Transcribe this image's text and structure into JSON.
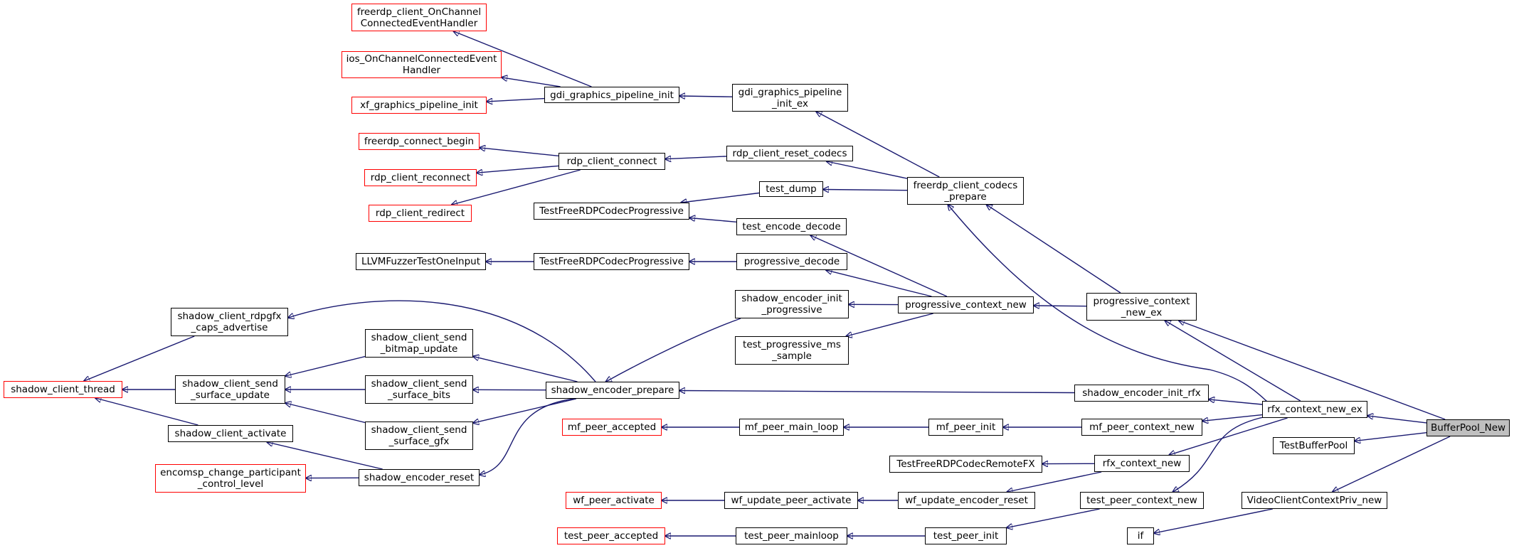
{
  "colors": {
    "edge": "#191970",
    "node_border": "#000000",
    "truncated_border": "#ff0000",
    "focus_fill": "#bfbfbf"
  },
  "nodes": {
    "freerdp_client_OnChannelConnectedEventHandler": {
      "label": "freerdp_client_OnChannel\nConnectedEventHandler",
      "truncated": true
    },
    "ios_OnChannelConnectedEventHandler": {
      "label": "ios_OnChannelConnectedEvent\nHandler",
      "truncated": true
    },
    "xf_graphics_pipeline_init": {
      "label": "xf_graphics_pipeline_init",
      "truncated": true
    },
    "gdi_graphics_pipeline_init": {
      "label": "gdi_graphics_pipeline_init"
    },
    "gdi_graphics_pipeline_init_ex": {
      "label": "gdi_graphics_pipeline\n_init_ex"
    },
    "freerdp_connect_begin": {
      "label": "freerdp_connect_begin",
      "truncated": true
    },
    "rdp_client_reconnect": {
      "label": "rdp_client_reconnect",
      "truncated": true
    },
    "rdp_client_redirect": {
      "label": "rdp_client_redirect",
      "truncated": true
    },
    "rdp_client_connect": {
      "label": "rdp_client_connect"
    },
    "rdp_client_reset_codecs": {
      "label": "rdp_client_reset_codecs"
    },
    "TestFreeRDPCodecProgressive_a": {
      "label": "TestFreeRDPCodecProgressive"
    },
    "test_dump": {
      "label": "test_dump"
    },
    "test_encode_decode": {
      "label": "test_encode_decode"
    },
    "freerdp_client_codecs_prepare": {
      "label": "freerdp_client_codecs\n_prepare"
    },
    "LLVMFuzzerTestOneInput": {
      "label": "LLVMFuzzerTestOneInput"
    },
    "TestFreeRDPCodecProgressive_b": {
      "label": "TestFreeRDPCodecProgressive"
    },
    "progressive_decode": {
      "label": "progressive_decode"
    },
    "shadow_client_rdpgfx_caps_advertise": {
      "label": "shadow_client_rdpgfx\n_caps_advertise"
    },
    "shadow_encoder_init_progressive": {
      "label": "shadow_encoder_init\n_progressive"
    },
    "progressive_context_new": {
      "label": "progressive_context_new"
    },
    "progressive_context_new_ex": {
      "label": "progressive_context\n_new_ex"
    },
    "test_progressive_ms_sample": {
      "label": "test_progressive_ms\n_sample"
    },
    "shadow_client_send_bitmap_update": {
      "label": "shadow_client_send\n_bitmap_update"
    },
    "shadow_client_thread": {
      "label": "shadow_client_thread",
      "truncated": true
    },
    "shadow_client_send_surface_update": {
      "label": "shadow_client_send\n_surface_update"
    },
    "shadow_client_send_surface_bits": {
      "label": "shadow_client_send\n_surface_bits"
    },
    "shadow_encoder_prepare": {
      "label": "shadow_encoder_prepare"
    },
    "shadow_encoder_init_rfx": {
      "label": "shadow_encoder_init_rfx"
    },
    "rfx_context_new_ex": {
      "label": "rfx_context_new_ex"
    },
    "BufferPool_New": {
      "label": "BufferPool_New",
      "focus": true
    },
    "shadow_client_activate": {
      "label": "shadow_client_activate"
    },
    "shadow_client_send_surface_gfx": {
      "label": "shadow_client_send\n_surface_gfx"
    },
    "mf_peer_accepted": {
      "label": "mf_peer_accepted",
      "truncated": true
    },
    "mf_peer_main_loop": {
      "label": "mf_peer_main_loop"
    },
    "mf_peer_init": {
      "label": "mf_peer_init"
    },
    "mf_peer_context_new": {
      "label": "mf_peer_context_new"
    },
    "TestBufferPool": {
      "label": "TestBufferPool"
    },
    "encomsp_change_participant_control_level": {
      "label": "encomsp_change_participant\n_control_level",
      "truncated": true
    },
    "shadow_encoder_reset": {
      "label": "shadow_encoder_reset"
    },
    "TestFreeRDPCodecRemoteFX": {
      "label": "TestFreeRDPCodecRemoteFX"
    },
    "rfx_context_new": {
      "label": "rfx_context_new"
    },
    "wf_peer_activate": {
      "label": "wf_peer_activate",
      "truncated": true
    },
    "wf_update_peer_activate": {
      "label": "wf_update_peer_activate"
    },
    "wf_update_encoder_reset": {
      "label": "wf_update_encoder_reset"
    },
    "test_peer_context_new": {
      "label": "test_peer_context_new"
    },
    "VideoClientContextPriv_new": {
      "label": "VideoClientContextPriv_new"
    },
    "test_peer_accepted": {
      "label": "test_peer_accepted",
      "truncated": true
    },
    "test_peer_mainloop": {
      "label": "test_peer_mainloop"
    },
    "test_peer_init": {
      "label": "test_peer_init"
    },
    "if": {
      "label": "if"
    }
  },
  "edges": [
    [
      "freerdp_client_OnChannelConnectedEventHandler",
      "gdi_graphics_pipeline_init"
    ],
    [
      "ios_OnChannelConnectedEventHandler",
      "gdi_graphics_pipeline_init"
    ],
    [
      "xf_graphics_pipeline_init",
      "gdi_graphics_pipeline_init"
    ],
    [
      "gdi_graphics_pipeline_init",
      "gdi_graphics_pipeline_init_ex"
    ],
    [
      "gdi_graphics_pipeline_init_ex",
      "freerdp_client_codecs_prepare"
    ],
    [
      "freerdp_connect_begin",
      "rdp_client_connect"
    ],
    [
      "rdp_client_reconnect",
      "rdp_client_connect"
    ],
    [
      "rdp_client_redirect",
      "rdp_client_connect"
    ],
    [
      "rdp_client_connect",
      "rdp_client_reset_codecs"
    ],
    [
      "rdp_client_reset_codecs",
      "freerdp_client_codecs_prepare"
    ],
    [
      "TestFreeRDPCodecProgressive_a",
      "test_dump"
    ],
    [
      "TestFreeRDPCodecProgressive_a",
      "test_encode_decode"
    ],
    [
      "test_dump",
      "freerdp_client_codecs_prepare"
    ],
    [
      "test_encode_decode",
      "progressive_context_new"
    ],
    [
      "LLVMFuzzerTestOneInput",
      "TestFreeRDPCodecProgressive_b"
    ],
    [
      "TestFreeRDPCodecProgressive_b",
      "progressive_decode"
    ],
    [
      "progressive_decode",
      "progressive_context_new"
    ],
    [
      "shadow_encoder_init_progressive",
      "progressive_context_new"
    ],
    [
      "test_progressive_ms_sample",
      "progressive_context_new"
    ],
    [
      "progressive_context_new",
      "progressive_context_new_ex"
    ],
    [
      "freerdp_client_codecs_prepare",
      "progressive_context_new_ex"
    ],
    [
      "freerdp_client_codecs_prepare",
      "rfx_context_new_ex"
    ],
    [
      "progressive_context_new_ex",
      "BufferPool_New"
    ],
    [
      "progressive_context_new_ex",
      "rfx_context_new_ex"
    ],
    [
      "shadow_client_thread",
      "shadow_client_rdpgfx_caps_advertise"
    ],
    [
      "shadow_client_thread",
      "shadow_client_send_surface_update"
    ],
    [
      "shadow_client_thread",
      "shadow_client_activate"
    ],
    [
      "shadow_client_rdpgfx_caps_advertise",
      "shadow_encoder_prepare"
    ],
    [
      "shadow_client_send_surface_update",
      "shadow_client_send_bitmap_update"
    ],
    [
      "shadow_client_send_surface_update",
      "shadow_client_send_surface_bits"
    ],
    [
      "shadow_client_send_surface_update",
      "shadow_client_send_surface_gfx"
    ],
    [
      "shadow_client_send_bitmap_update",
      "shadow_encoder_prepare"
    ],
    [
      "shadow_client_send_surface_bits",
      "shadow_encoder_prepare"
    ],
    [
      "shadow_client_send_surface_gfx",
      "shadow_encoder_prepare"
    ],
    [
      "shadow_client_activate",
      "shadow_encoder_reset"
    ],
    [
      "encomsp_change_participant_control_level",
      "shadow_encoder_reset"
    ],
    [
      "shadow_encoder_reset",
      "shadow_encoder_prepare"
    ],
    [
      "shadow_encoder_prepare",
      "shadow_encoder_init_progressive"
    ],
    [
      "shadow_encoder_prepare",
      "shadow_encoder_init_rfx"
    ],
    [
      "shadow_encoder_init_rfx",
      "rfx_context_new_ex"
    ],
    [
      "mf_peer_accepted",
      "mf_peer_main_loop"
    ],
    [
      "mf_peer_main_loop",
      "mf_peer_init"
    ],
    [
      "mf_peer_init",
      "mf_peer_context_new"
    ],
    [
      "mf_peer_context_new",
      "rfx_context_new_ex"
    ],
    [
      "TestFreeRDPCodecRemoteFX",
      "rfx_context_new"
    ],
    [
      "wf_peer_activate",
      "wf_update_peer_activate"
    ],
    [
      "wf_update_peer_activate",
      "wf_update_encoder_reset"
    ],
    [
      "wf_update_encoder_reset",
      "rfx_context_new"
    ],
    [
      "rfx_context_new",
      "rfx_context_new_ex"
    ],
    [
      "test_peer_accepted",
      "test_peer_mainloop"
    ],
    [
      "test_peer_mainloop",
      "test_peer_init"
    ],
    [
      "test_peer_init",
      "test_peer_context_new"
    ],
    [
      "test_peer_context_new",
      "rfx_context_new_ex"
    ],
    [
      "rfx_context_new_ex",
      "BufferPool_New"
    ],
    [
      "TestBufferPool",
      "BufferPool_New"
    ],
    [
      "if",
      "VideoClientContextPriv_new"
    ],
    [
      "VideoClientContextPriv_new",
      "BufferPool_New"
    ]
  ]
}
